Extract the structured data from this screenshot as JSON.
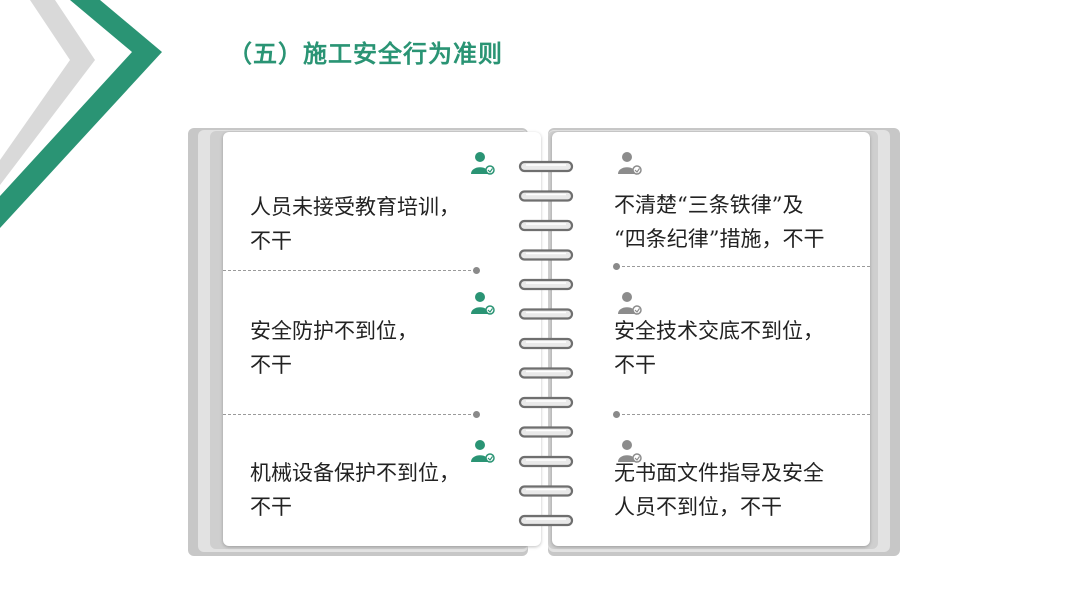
{
  "title": "（五）施工安全行为准则",
  "colors": {
    "accent": "#2a9474",
    "accent_light": "#9fd9c6",
    "gray_icon": "#8c8c8c",
    "page_stack": "#b9b9b9",
    "ring": "#6f6f6f"
  },
  "left_page": {
    "items": [
      {
        "icon": "person-icon",
        "text_line1": "人员未接受教育培训，",
        "text_line2": "不干"
      },
      {
        "icon": "person-icon",
        "text_line1": "安全防护不到位，",
        "text_line2": "不干"
      },
      {
        "icon": "person-icon",
        "text_line1": "机械设备保护不到位，",
        "text_line2": "不干"
      }
    ]
  },
  "right_page": {
    "items": [
      {
        "icon": "person-icon",
        "text_line1": "不清楚“三条铁律”及",
        "text_line2": "“四条纪律”措施，不干"
      },
      {
        "icon": "person-icon",
        "text_line1": "安全技术交底不到位，",
        "text_line2": "不干"
      },
      {
        "icon": "person-icon",
        "text_line1": "无书面文件指导及安全",
        "text_line2": "人员不到位，不干"
      }
    ]
  }
}
